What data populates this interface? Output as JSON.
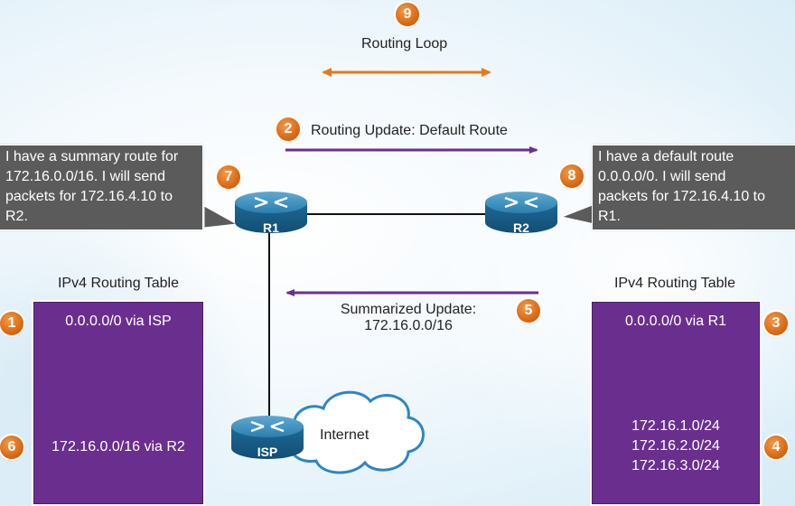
{
  "title": "Routing Loop",
  "loop_badge": "9",
  "update_default": {
    "badge": "2",
    "text": "Routing Update: Default Route"
  },
  "update_summary": {
    "badge": "5",
    "line1": "Summarized Update:",
    "line2": "172.16.0.0/16"
  },
  "callout_r1": {
    "badge": "7",
    "lines": [
      "I have a summary route for",
      "172.16.0.0/16. I will send",
      "packets for 172.16.4.10 to",
      "R2."
    ]
  },
  "callout_r2": {
    "badge": "8",
    "lines": [
      "I have a default route",
      "0.0.0.0/0. I will send",
      "packets for 172.16.4.10 to",
      "R1."
    ]
  },
  "routers": {
    "r1": "R1",
    "r2": "R2",
    "isp": "ISP"
  },
  "cloud_label": "Internet",
  "table_left": {
    "title": "IPv4 Routing Table",
    "entry1": {
      "badge": "1",
      "text": "0.0.0.0/0 via ISP"
    },
    "entry2": {
      "badge": "6",
      "text": "172.16.0.0/16 via R2"
    }
  },
  "table_right": {
    "title": "IPv4 Routing Table",
    "entry1": {
      "badge": "3",
      "text": "0.0.0.0/0 via R1"
    },
    "entry2": {
      "badge": "4",
      "lines": [
        "172.16.1.0/24",
        "172.16.2.0/24",
        "172.16.3.0/24"
      ]
    }
  },
  "colors": {
    "purple": "#6a2f8e",
    "orange": "#e8781a",
    "router": "#1e6e9a",
    "callout": "#5b5b5b"
  }
}
